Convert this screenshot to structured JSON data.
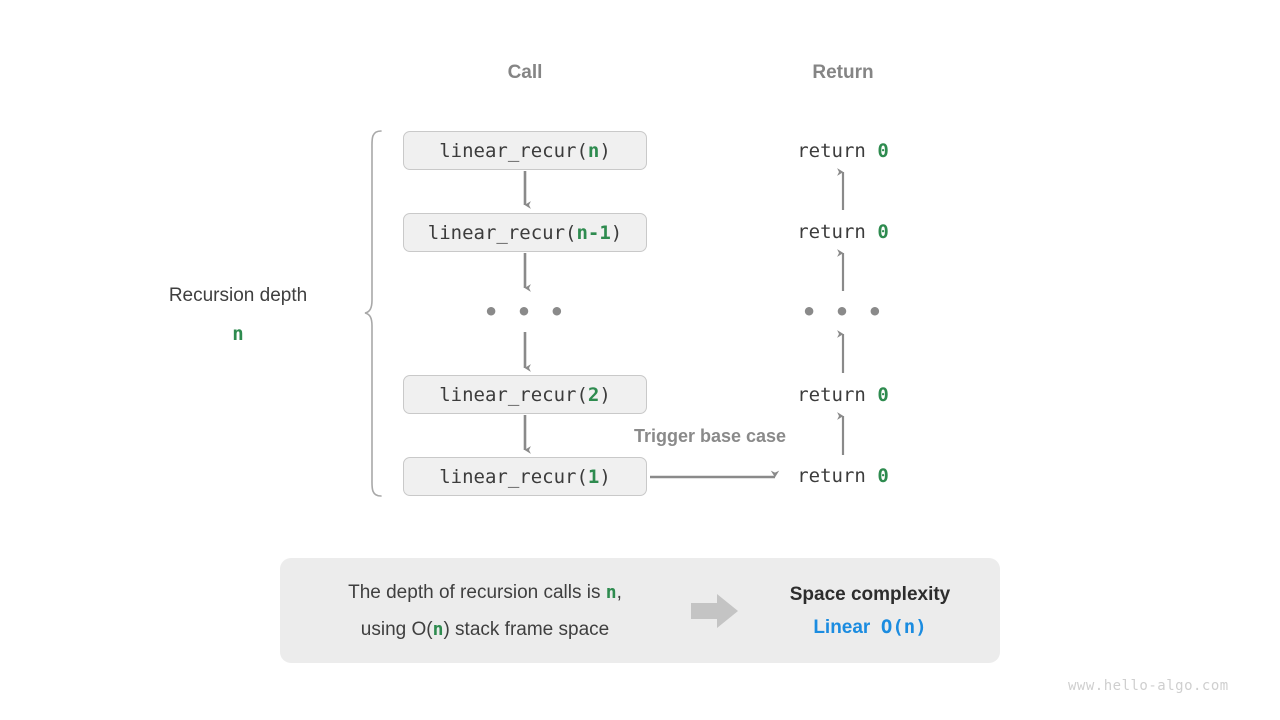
{
  "headers": {
    "call": "Call",
    "return": "Return"
  },
  "depth": {
    "label": "Recursion depth",
    "value": "n"
  },
  "call_stack": [
    {
      "prefix": "linear_recur(",
      "arg": "n",
      "suffix": ")"
    },
    {
      "prefix": "linear_recur(",
      "arg": "n-1",
      "suffix": ")"
    },
    {
      "prefix": "linear_recur(",
      "arg": "2",
      "suffix": ")"
    },
    {
      "prefix": "linear_recur(",
      "arg": "1",
      "suffix": ")"
    }
  ],
  "ellipsis": "• • •",
  "returns": [
    {
      "keyword": "return",
      "value": "0"
    },
    {
      "keyword": "return",
      "value": "0"
    },
    {
      "keyword": "return",
      "value": "0"
    },
    {
      "keyword": "return",
      "value": "0"
    }
  ],
  "note": "Trigger base case",
  "summary": {
    "line1_a": "The depth of recursion calls is ",
    "line1_n": "n",
    "line1_b": ",",
    "line2_a": "using O(",
    "line2_n": "n",
    "line2_b": ") stack frame space",
    "arrow_icon": "right-arrow-icon",
    "title": "Space complexity",
    "verdict_word": "Linear",
    "verdict_mono": "O(n)"
  },
  "watermark": "www.hello-algo.com",
  "colors": {
    "accent_green": "#2e8b4f",
    "accent_blue": "#1b8ce0",
    "box_fill": "#f0f0f0",
    "box_border": "#c9c9c9",
    "arrow_gray": "#8a8a8a",
    "panel_fill": "#ececec",
    "text_dark": "#3f3f3f",
    "text_muted": "#858585"
  }
}
